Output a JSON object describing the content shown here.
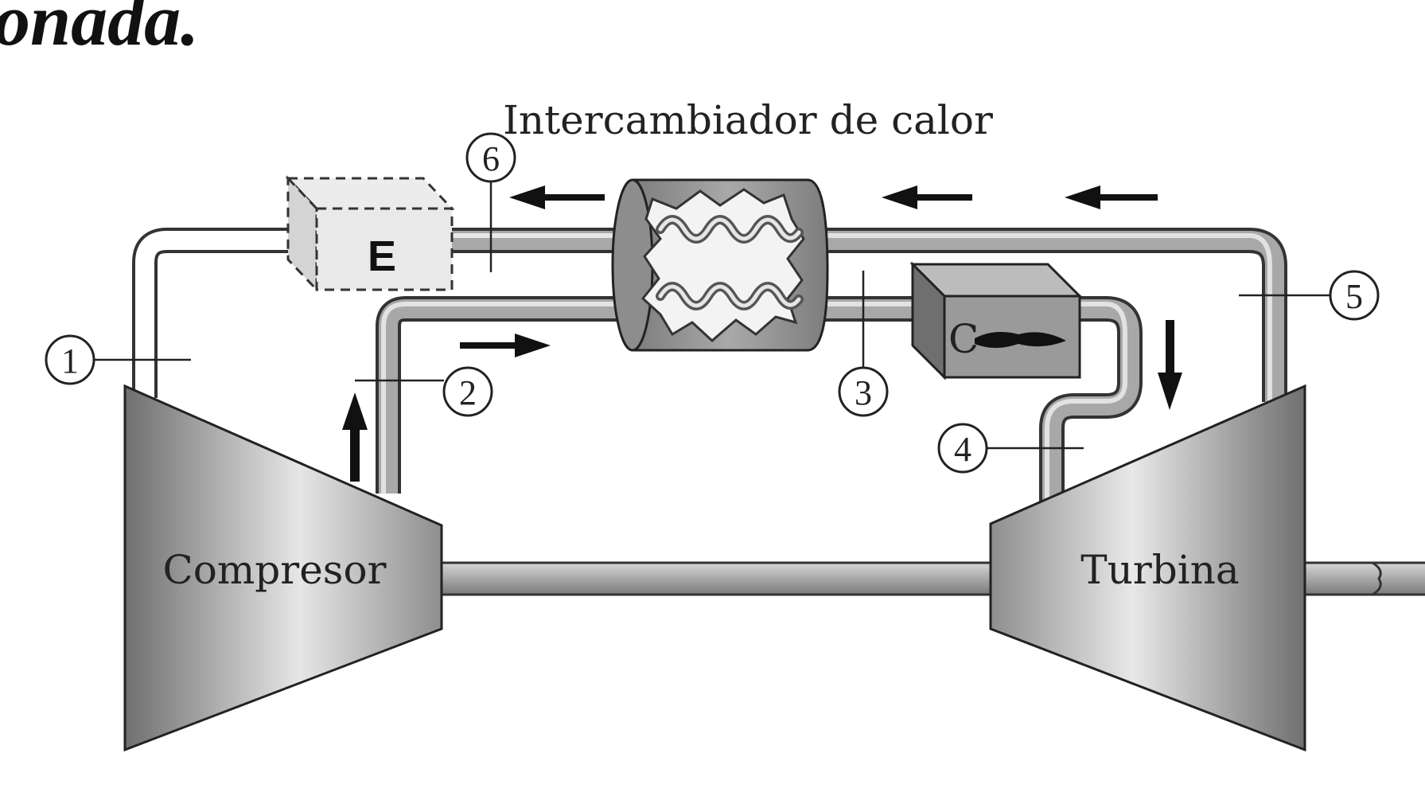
{
  "heading": {
    "fragment": "onada."
  },
  "title": "Intercambiador de calor",
  "components": {
    "compressor": "Compresor",
    "turbine": "Turbina",
    "evaporator_box": "E",
    "combustion_box": "C"
  },
  "states": [
    "1",
    "2",
    "3",
    "4",
    "5",
    "6"
  ],
  "colors": {
    "ink": "#222222",
    "pipe_light": "#e8e8e8",
    "pipe_dark": "#8a8a8a",
    "body_gray": "#9a9a9a"
  }
}
